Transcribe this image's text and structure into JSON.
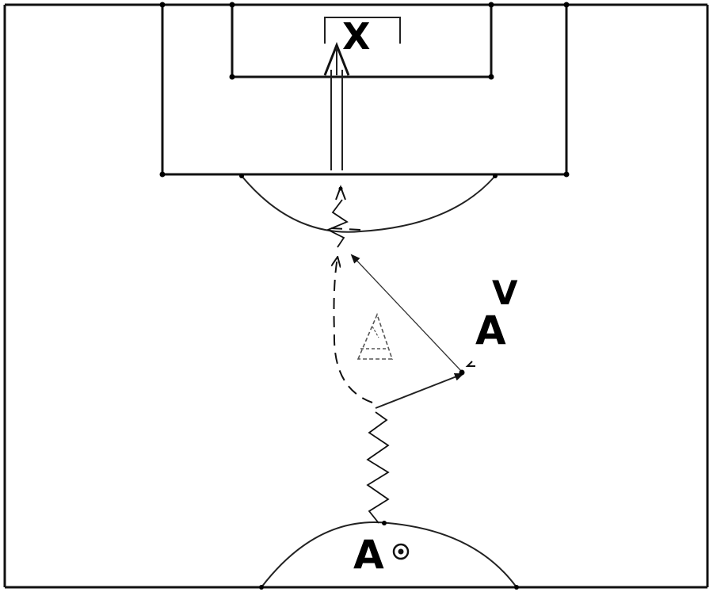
{
  "labels": {
    "goal_marker": "X",
    "attacker_right": "A",
    "defender_mark": "V",
    "attacker_bottom": "A"
  },
  "icons": {
    "cone": "cone-icon",
    "ball": "ball-icon"
  },
  "colors": {
    "lines": "#111111",
    "background": "#ffffff"
  }
}
